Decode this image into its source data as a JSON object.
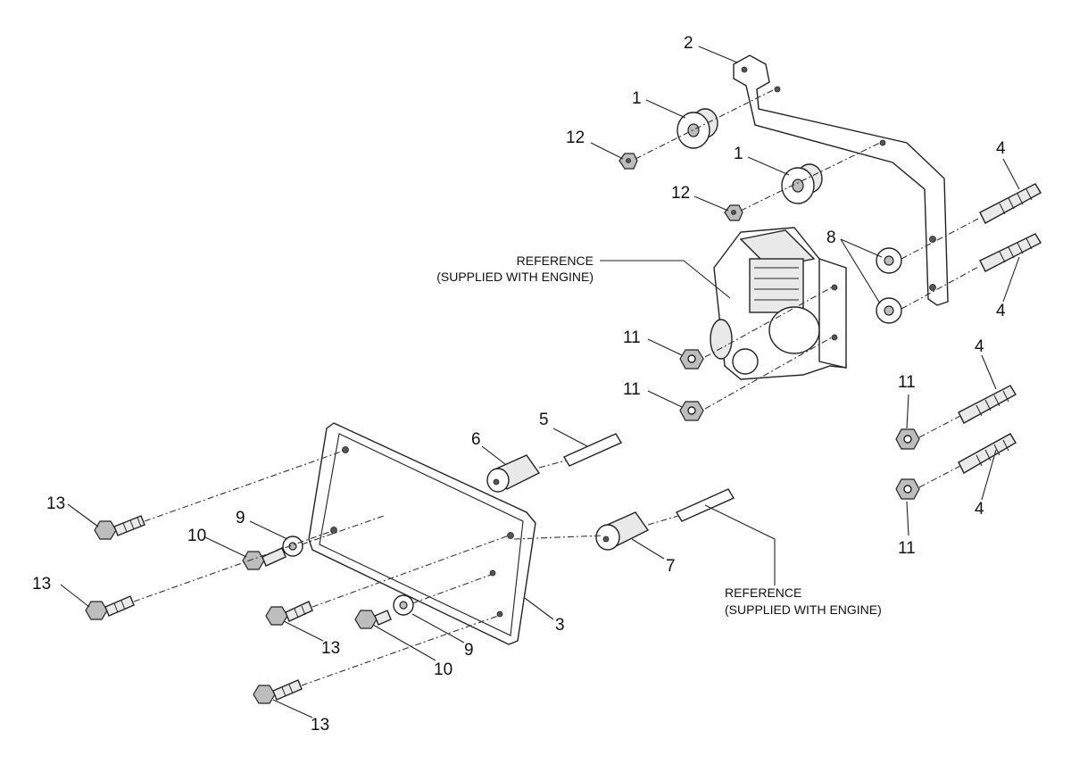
{
  "callouts": {
    "c1a": "1",
    "c1b": "1",
    "c2": "2",
    "c3": "3",
    "c4a": "4",
    "c4b": "4",
    "c4c": "4",
    "c4d": "4",
    "c5": "5",
    "c6": "6",
    "c7": "7",
    "c8": "8",
    "c9a": "9",
    "c9b": "9",
    "c10a": "10",
    "c10b": "10",
    "c11a": "11",
    "c11b": "11",
    "c11c": "11",
    "c11d": "11",
    "c12a": "12",
    "c12b": "12",
    "c13a": "13",
    "c13b": "13",
    "c13c": "13",
    "c13d": "13"
  },
  "reference_upper": {
    "line1": "REFERENCE",
    "line2": "(SUPPLIED WITH ENGINE)"
  },
  "reference_lower": {
    "line1": "REFERENCE",
    "line2": "(SUPPLIED WITH ENGINE)"
  }
}
